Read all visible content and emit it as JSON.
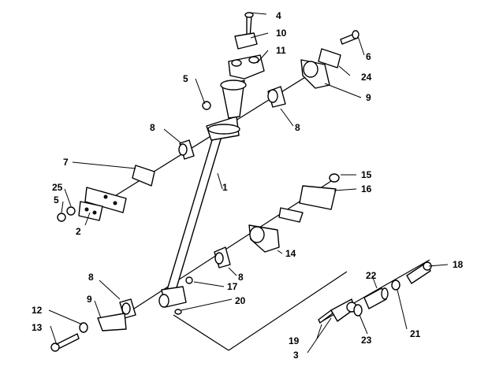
{
  "callouts": [
    {
      "key": "c1",
      "text": "1"
    },
    {
      "key": "c2",
      "text": "2"
    },
    {
      "key": "c3",
      "text": "3"
    },
    {
      "key": "c4",
      "text": "4"
    },
    {
      "key": "c5a",
      "text": "5"
    },
    {
      "key": "c5b",
      "text": "5"
    },
    {
      "key": "c6",
      "text": "6"
    },
    {
      "key": "c7",
      "text": "7"
    },
    {
      "key": "c8a",
      "text": "8"
    },
    {
      "key": "c8b",
      "text": "8"
    },
    {
      "key": "c8c",
      "text": "8"
    },
    {
      "key": "c8d",
      "text": "8"
    },
    {
      "key": "c9a",
      "text": "9"
    },
    {
      "key": "c9b",
      "text": "9"
    },
    {
      "key": "c10",
      "text": "10"
    },
    {
      "key": "c11",
      "text": "11"
    },
    {
      "key": "c12",
      "text": "12"
    },
    {
      "key": "c13",
      "text": "13"
    },
    {
      "key": "c14",
      "text": "14"
    },
    {
      "key": "c15",
      "text": "15"
    },
    {
      "key": "c16",
      "text": "16"
    },
    {
      "key": "c17",
      "text": "17"
    },
    {
      "key": "c18",
      "text": "18"
    },
    {
      "key": "c19",
      "text": "19"
    },
    {
      "key": "c20",
      "text": "20"
    },
    {
      "key": "c21",
      "text": "21"
    },
    {
      "key": "c22",
      "text": "22"
    },
    {
      "key": "c23",
      "text": "23"
    },
    {
      "key": "c24",
      "text": "24"
    },
    {
      "key": "c25",
      "text": "25"
    }
  ]
}
